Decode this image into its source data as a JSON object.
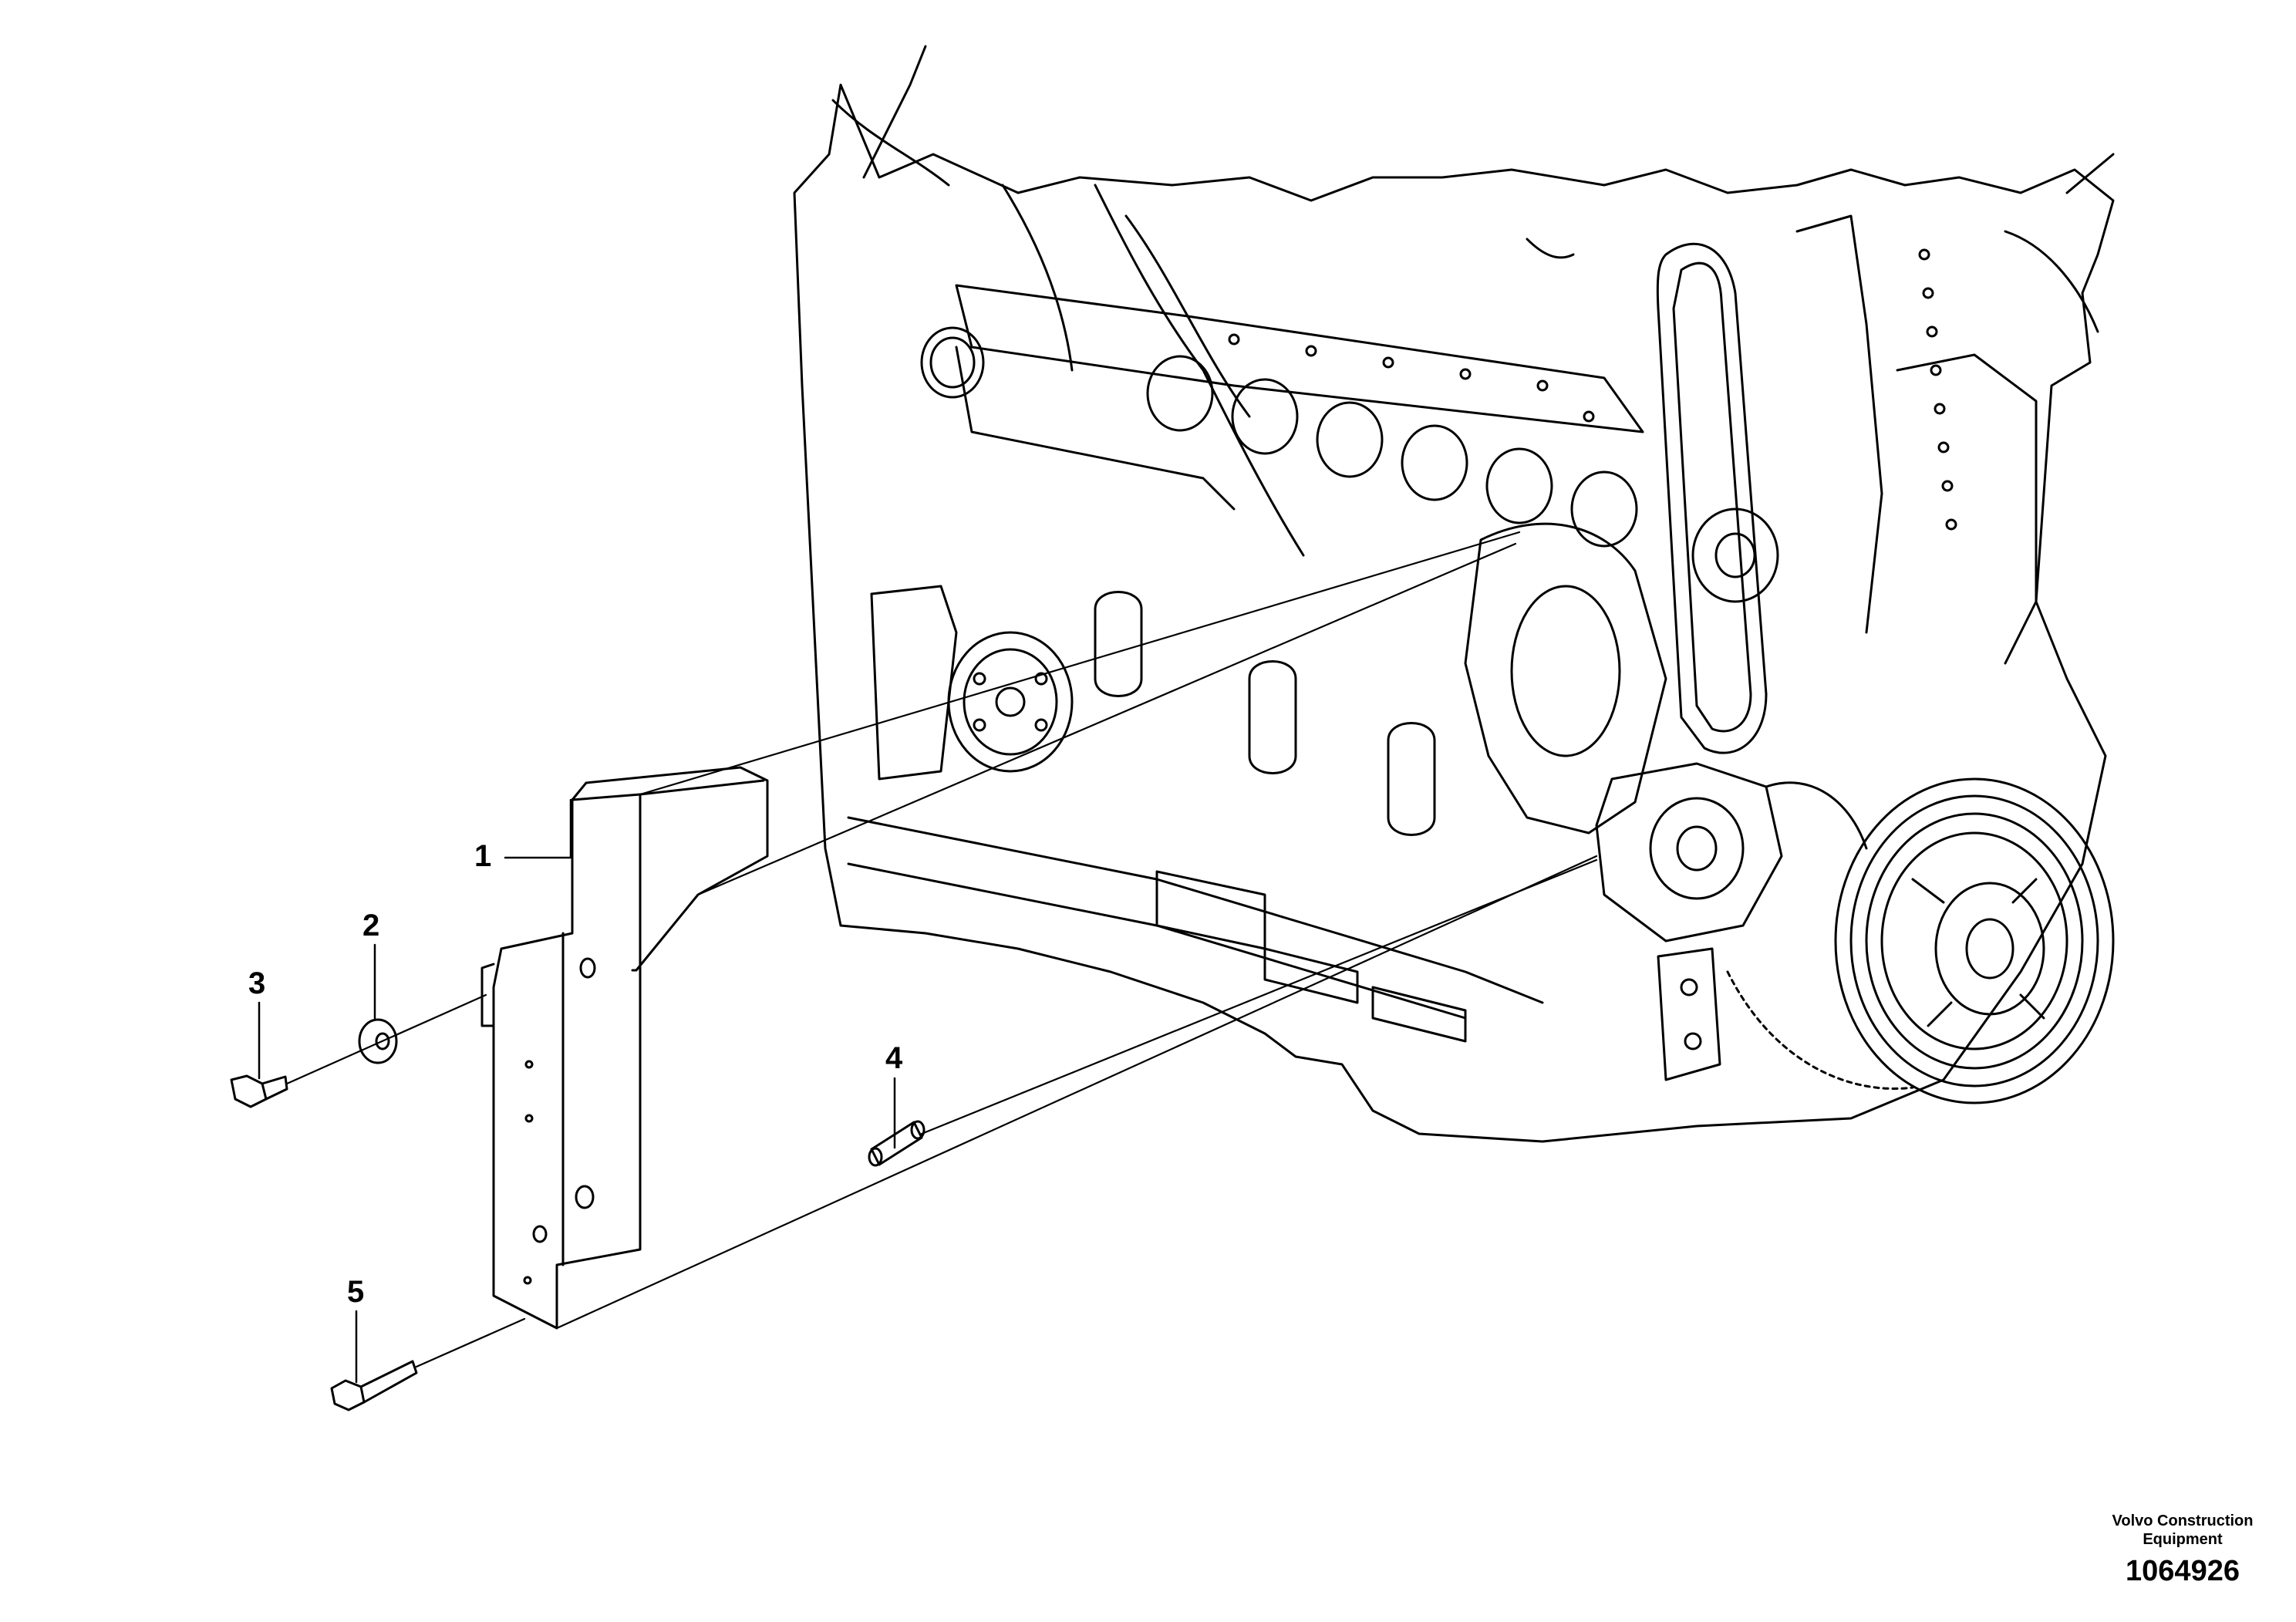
{
  "callouts": {
    "c1": "1",
    "c2": "2",
    "c3": "3",
    "c4": "4",
    "c5": "5"
  },
  "footer": {
    "publisher_line1": "Volvo Construction",
    "publisher_line2": "Equipment",
    "document_number": "1064926"
  },
  "colors": {
    "line": "#000000",
    "background": "#ffffff"
  }
}
